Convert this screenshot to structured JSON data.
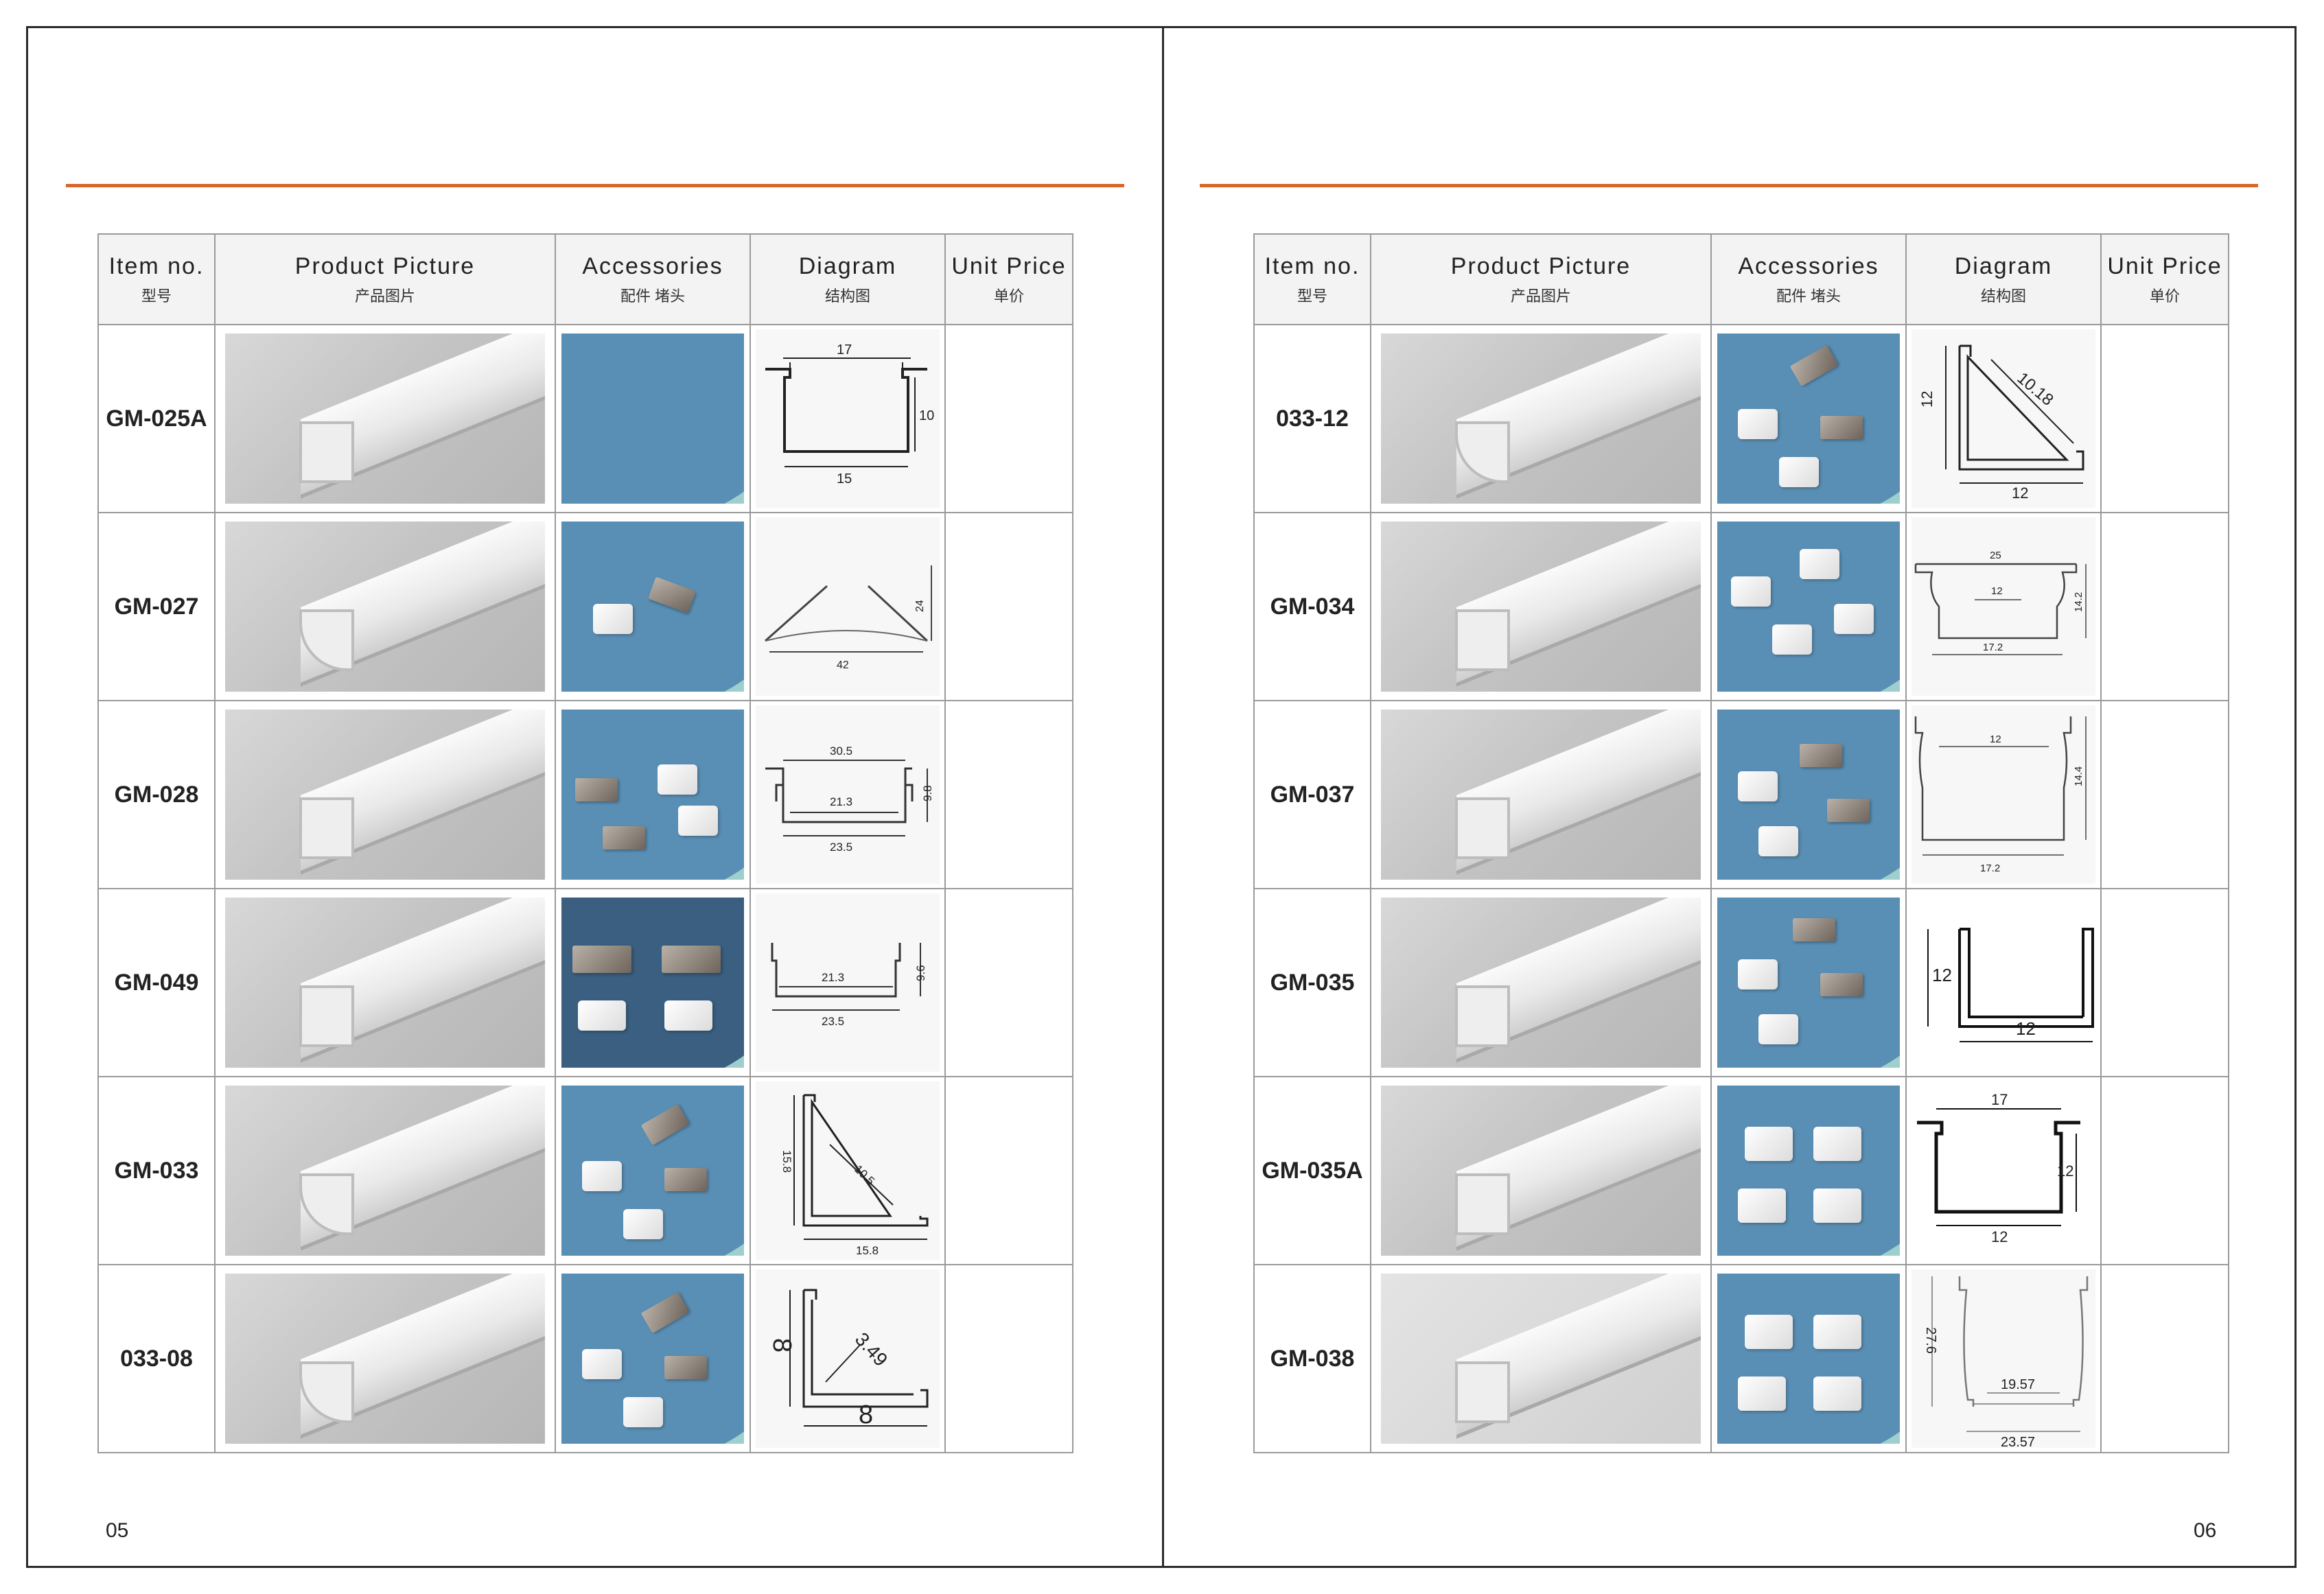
{
  "headers": {
    "item": {
      "en": "Item no.",
      "zh": "型号"
    },
    "picture": {
      "en": "Product Picture",
      "zh": "产品图片"
    },
    "accessories": {
      "en": "Accessories",
      "zh": "配件 堵头"
    },
    "diagram": {
      "en": "Diagram",
      "zh": "结构图"
    },
    "price": {
      "en": "Unit Price",
      "zh": "单价"
    }
  },
  "left_page": {
    "page_number": "05",
    "rows": [
      {
        "item": "GM-025A",
        "price": "",
        "diagram_labels": [
          "17",
          "10",
          "15"
        ]
      },
      {
        "item": "GM-027",
        "price": "",
        "diagram_labels": [
          "24",
          "42"
        ]
      },
      {
        "item": "GM-028",
        "price": "",
        "diagram_labels": [
          "30.5",
          "21.3",
          "23.5",
          "9.8"
        ]
      },
      {
        "item": "GM-049",
        "price": "",
        "diagram_labels": [
          "21.3",
          "23.5",
          "9.6"
        ]
      },
      {
        "item": "GM-033",
        "price": "",
        "diagram_labels": [
          "15.8",
          "10.5",
          "15.8"
        ]
      },
      {
        "item": "033-08",
        "price": "",
        "diagram_labels": [
          "8",
          "3.49",
          "8"
        ]
      }
    ]
  },
  "right_page": {
    "page_number": "06",
    "rows": [
      {
        "item": "033-12",
        "price": "",
        "diagram_labels": [
          "12",
          "10.18",
          "12"
        ]
      },
      {
        "item": "GM-034",
        "price": "",
        "diagram_labels": [
          "25",
          "12",
          "14.2",
          "17.2"
        ]
      },
      {
        "item": "GM-037",
        "price": "",
        "diagram_labels": [
          "12",
          "14.4",
          "17.2"
        ]
      },
      {
        "item": "GM-035",
        "price": "",
        "diagram_labels": [
          "12",
          "12"
        ]
      },
      {
        "item": "GM-035A",
        "price": "",
        "diagram_labels": [
          "17",
          "12",
          "12"
        ]
      },
      {
        "item": "GM-038",
        "price": "",
        "diagram_labels": [
          "27.6",
          "19.57",
          "23.57"
        ]
      }
    ]
  },
  "colors": {
    "rule": "#d9672a",
    "accessory_bg_light": "#9fcfcd",
    "accessory_bg_dark": "#5a8fb5",
    "grid": "#9a9a9a"
  }
}
